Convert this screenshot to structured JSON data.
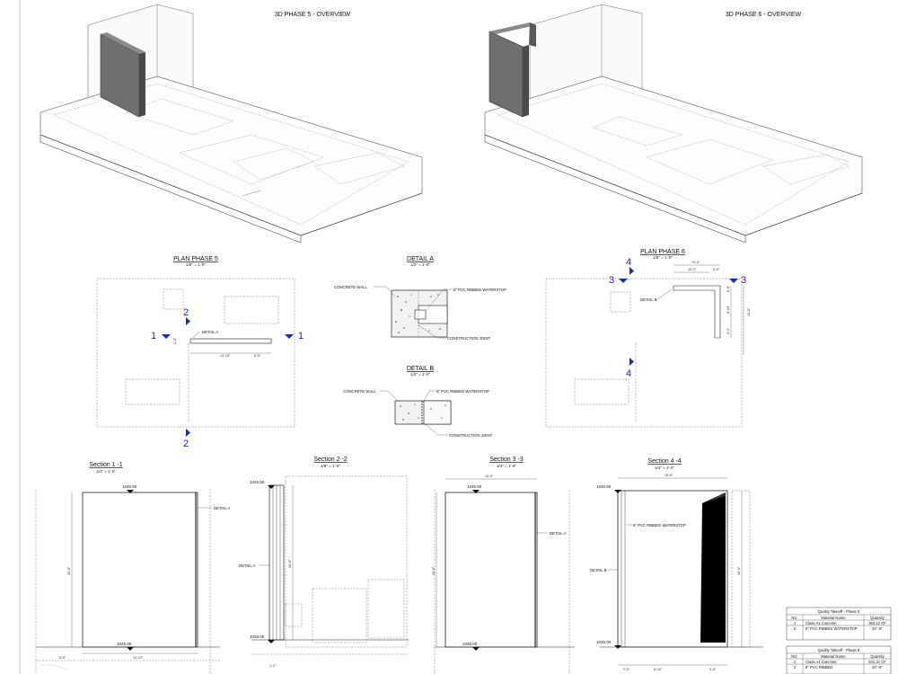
{
  "views": {
    "phase5_3d_title": "3D PHASE 5 - OVERVIEW",
    "phase6_3d_title": "3D PHASE 6 - OVERVIEW",
    "plan5": {
      "title": "PLAN PHASE 5",
      "scale": "1/8\" = 1'-0\"",
      "detail_label": "DETAIL A",
      "dim_a": "14'-10\"",
      "dim_b": "5'-5\"",
      "dim_c": "1'-2\""
    },
    "detail_a": {
      "title": "DETAIL A",
      "scale": "1/2\" = 1'-0\"",
      "note_wall": "CONCRETE WALL",
      "note_waterstop": "6\" PVC RIBBED WATERSTOP",
      "note_joint": "CONSTRUCTION JOINT"
    },
    "detail_b": {
      "title": "DETAIL B",
      "scale": "1/2\" = 1'-0\"",
      "note_wall": "CONCRETE WALL",
      "note_waterstop": "6\" PVC RIBBED WATERSTOP",
      "note_joint": "CONSTRUCTION JOINT"
    },
    "plan6": {
      "title": "PLAN PHASE 6",
      "scale": "1/8\" = 1'-0\"",
      "detail_label": "DETAIL B",
      "dim_a": "13'-0\"",
      "dim_b": "10'-0\"",
      "dim_c": "2'-0\"",
      "dim_d": "8'-10\"",
      "dim_e": "13'-6\"",
      "dim_f": "3'-4\"",
      "dim_g": "0'-8\""
    },
    "section1": {
      "title": "Section 1 -1",
      "scale": "1/4\" = 1'-0\"",
      "elev_top": "1045.50",
      "elev_bot": "1025.00",
      "detail_label": "DETAIL A",
      "dim_h": "20'-6\"",
      "dim_w": "14'-10\"",
      "dim_l": "5'-5\""
    },
    "section2": {
      "title": "Section 2 -2",
      "scale": "1/8\" = 1'-0\"",
      "elev_top": "1045.50",
      "elev_bot": "1025.00",
      "detail_label": "DETAIL A",
      "dim_h": "20'-6\"",
      "dim_b": "1'-2\""
    },
    "section3": {
      "title": "Section 3 -3",
      "scale": "1/4\" = 1'-0\"",
      "elev_top": "1045.50",
      "elev_bot": "1025.00",
      "detail_label": "DETAIL A",
      "dim_h": "20'-6\"",
      "dim_w": "13'-0\""
    },
    "section4": {
      "title": "Section 4 -4",
      "scale": "1/4\" = 1'-0\"",
      "elev_top": "1045.50",
      "elev_bot": "1025.00",
      "detail_label": "DETAIL B",
      "note_waterstop": "6\" PVC RIBBED WATERSTOP",
      "dim_h": "20'-6\"",
      "dim_w": "13'-6\"",
      "dim_b1": "8'-10\"",
      "dim_b2": "3'-4\"",
      "dim_b3": "2'-0\""
    }
  },
  "markers": [
    "1",
    "1",
    "2",
    "2",
    "3",
    "3",
    "4",
    "4"
  ],
  "tables": [
    {
      "title": "Quality Takeoff - Phase 5",
      "headers": [
        "NO.",
        "Material Name",
        "Quantity"
      ],
      "rows": [
        [
          "1",
          "Class A1 Concrete",
          "353.12 CF"
        ],
        [
          "2",
          "6\" PVC RIBBED WATERSTOP",
          "20' -6\""
        ]
      ]
    },
    {
      "title": "Quality Takeoff - Phase 6",
      "headers": [
        "NO.",
        "Material Name",
        "Quantity"
      ],
      "rows": [
        [
          "1",
          "Class A1 Concrete",
          "541.31 CF"
        ],
        [
          "2",
          "6\" PVC RIBBED",
          "20' -6\""
        ]
      ]
    }
  ],
  "colors": {
    "marker_blue": "#1a2bb0",
    "wall_fill": "#6f6f6f",
    "ink": "#222222"
  }
}
